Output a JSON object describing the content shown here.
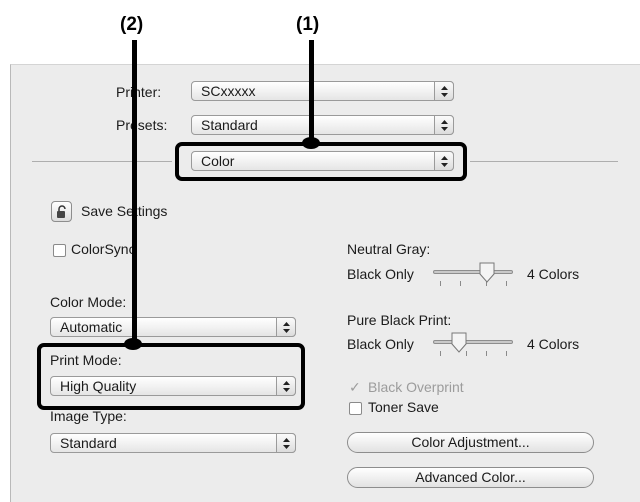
{
  "callouts": {
    "num2": "(2)",
    "num1": "(1)"
  },
  "printer": {
    "label": "Printer:",
    "value": "SCxxxxx"
  },
  "presets": {
    "label": "Presets:",
    "value": "Standard"
  },
  "panel_menu": {
    "value": "Color"
  },
  "save_settings": {
    "label": "Save Settings",
    "icon": "lock-icon"
  },
  "colorsync": {
    "label": "ColorSync"
  },
  "color_mode": {
    "label": "Color Mode:",
    "value": "Automatic"
  },
  "print_mode": {
    "label": "Print Mode:",
    "value": "High Quality"
  },
  "image_type": {
    "label": "Image Type:",
    "value": "Standard"
  },
  "neutral_gray": {
    "label": "Neutral Gray:",
    "min_label": "Black Only",
    "max_label": "4 Colors",
    "level": 0.67
  },
  "pure_black": {
    "label": "Pure Black Print:",
    "min_label": "Black Only",
    "max_label": "4 Colors",
    "level": 0.33
  },
  "black_overprint": {
    "label": "Black Overprint",
    "checked": true,
    "disabled": true
  },
  "toner_save": {
    "label": "Toner Save",
    "checked": false
  },
  "buttons": {
    "color_adjustment": "Color Adjustment...",
    "advanced_color": "Advanced Color..."
  }
}
